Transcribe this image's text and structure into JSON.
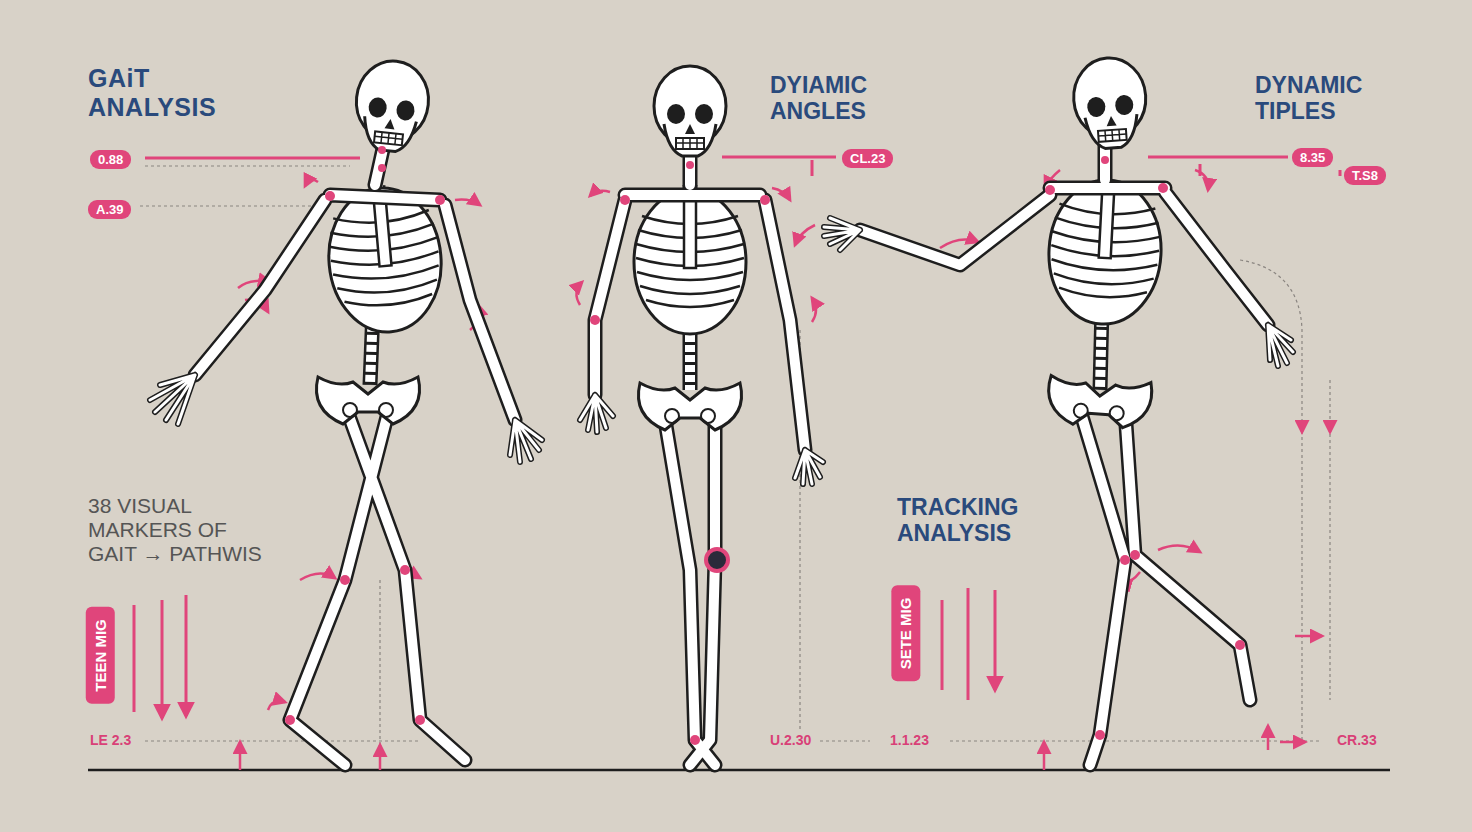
{
  "diagram": {
    "title": "GAiT ANALYSIS",
    "nodes": [
      {
        "text": [
          "0.88"
        ]
      },
      {
        "text": [
          "A.39"
        ]
      },
      {
        "text": [
          "CL.23"
        ]
      },
      {
        "text": [
          "8.35"
        ]
      },
      {
        "text": [
          "T.S8"
        ]
      },
      {
        "text": [
          "TEEN MIG"
        ]
      },
      {
        "text": [
          "SETE MIG"
        ]
      }
    ],
    "labels": [
      "DYIAMIC ANGLES",
      "DYNAMIC TIPLES",
      "38 VISUAL MARKERS OF GAIT → PATHWIS",
      "TRACKING ANALYSIS",
      "LE 2.3",
      "U.2.30",
      "1.1.23",
      "CR.33"
    ]
  }
}
